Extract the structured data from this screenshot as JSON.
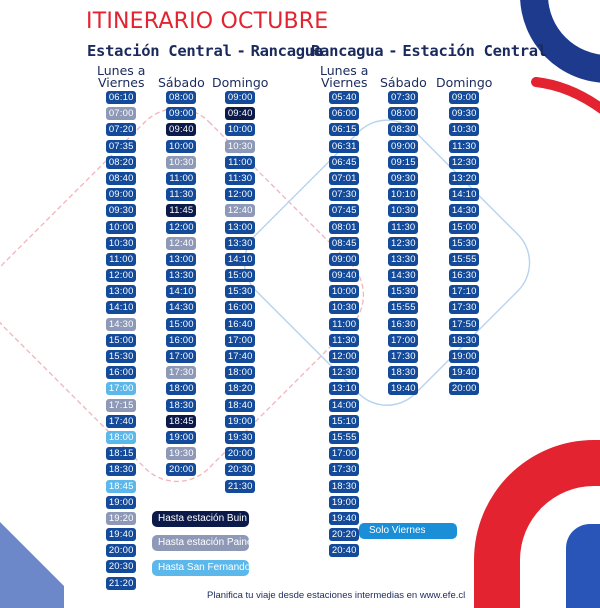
{
  "title": "ITINERARIO OCTUBRE",
  "colors": {
    "accent_red": "#e3232f",
    "navy": "#1a2a5c",
    "pill_default": "#134a9a",
    "pill_buin": "#0c1a4a",
    "pill_paine": "#8e99b7",
    "pill_san_fernando": "#5cb8ea",
    "pill_solo_viernes": "#1a8fd8"
  },
  "routes": [
    {
      "from": "Estación Central",
      "separator": "-",
      "to": "Rancagua",
      "columns": [
        {
          "header": "Lunes a\nViernes",
          "times": [
            {
              "t": "06:10"
            },
            {
              "t": "07:00",
              "tag": "paine"
            },
            {
              "t": "07:20"
            },
            {
              "t": "07:35"
            },
            {
              "t": "08:20"
            },
            {
              "t": "08:40"
            },
            {
              "t": "09:00"
            },
            {
              "t": "09:30"
            },
            {
              "t": "10:00"
            },
            {
              "t": "10:30"
            },
            {
              "t": "11:00"
            },
            {
              "t": "12:00"
            },
            {
              "t": "13:00"
            },
            {
              "t": "14:10"
            },
            {
              "t": "14:30",
              "tag": "paine"
            },
            {
              "t": "15:00"
            },
            {
              "t": "15:30"
            },
            {
              "t": "16:00"
            },
            {
              "t": "17:00",
              "tag": "sanfer"
            },
            {
              "t": "17:15",
              "tag": "paine"
            },
            {
              "t": "17:40"
            },
            {
              "t": "18:00",
              "tag": "sanfer"
            },
            {
              "t": "18:15"
            },
            {
              "t": "18:30"
            },
            {
              "t": "18:45",
              "tag": "sanfer"
            },
            {
              "t": "19:00"
            },
            {
              "t": "19:20",
              "tag": "paine"
            },
            {
              "t": "19:40"
            },
            {
              "t": "20:00"
            },
            {
              "t": "20:30"
            },
            {
              "t": "21:20"
            }
          ]
        },
        {
          "header": "Sábado",
          "times": [
            {
              "t": "08:00"
            },
            {
              "t": "09:00"
            },
            {
              "t": "09:40",
              "tag": "buin"
            },
            {
              "t": "10:00"
            },
            {
              "t": "10:30",
              "tag": "paine"
            },
            {
              "t": "11:00"
            },
            {
              "t": "11:30"
            },
            {
              "t": "11:45",
              "tag": "buin"
            },
            {
              "t": "12:00"
            },
            {
              "t": "12:40",
              "tag": "paine"
            },
            {
              "t": "13:00"
            },
            {
              "t": "13:30"
            },
            {
              "t": "14:10"
            },
            {
              "t": "14:30"
            },
            {
              "t": "15:00"
            },
            {
              "t": "16:00"
            },
            {
              "t": "17:00"
            },
            {
              "t": "17:30",
              "tag": "paine"
            },
            {
              "t": "18:00"
            },
            {
              "t": "18:30"
            },
            {
              "t": "18:45",
              "tag": "buin"
            },
            {
              "t": "19:00"
            },
            {
              "t": "19:30",
              "tag": "paine"
            },
            {
              "t": "20:00"
            }
          ]
        },
        {
          "header": "Domingo",
          "times": [
            {
              "t": "09:00"
            },
            {
              "t": "09:40",
              "tag": "buin"
            },
            {
              "t": "10:00"
            },
            {
              "t": "10:30",
              "tag": "paine"
            },
            {
              "t": "11:00"
            },
            {
              "t": "11:30"
            },
            {
              "t": "12:00"
            },
            {
              "t": "12:40",
              "tag": "paine"
            },
            {
              "t": "13:00"
            },
            {
              "t": "13:30"
            },
            {
              "t": "14:10"
            },
            {
              "t": "15:00"
            },
            {
              "t": "15:30"
            },
            {
              "t": "16:00"
            },
            {
              "t": "16:40"
            },
            {
              "t": "17:00"
            },
            {
              "t": "17:40"
            },
            {
              "t": "18:00"
            },
            {
              "t": "18:20"
            },
            {
              "t": "18:40"
            },
            {
              "t": "19:00"
            },
            {
              "t": "19:30"
            },
            {
              "t": "20:00"
            },
            {
              "t": "20:30"
            },
            {
              "t": "21:30"
            }
          ]
        }
      ]
    },
    {
      "from": "Rancagua",
      "separator": "-",
      "to": "Estación Central",
      "columns": [
        {
          "header": "Lunes a\nViernes",
          "times": [
            {
              "t": "05:40"
            },
            {
              "t": "06:00"
            },
            {
              "t": "06:15"
            },
            {
              "t": "06:31"
            },
            {
              "t": "06:45"
            },
            {
              "t": "07:01"
            },
            {
              "t": "07:30"
            },
            {
              "t": "07:45"
            },
            {
              "t": "08:01"
            },
            {
              "t": "08:45"
            },
            {
              "t": "09:00"
            },
            {
              "t": "09:40"
            },
            {
              "t": "10:00"
            },
            {
              "t": "10:30"
            },
            {
              "t": "11:00"
            },
            {
              "t": "11:30"
            },
            {
              "t": "12:00"
            },
            {
              "t": "12:30"
            },
            {
              "t": "13:10"
            },
            {
              "t": "14:00"
            },
            {
              "t": "15:10"
            },
            {
              "t": "15:55"
            },
            {
              "t": "17:00"
            },
            {
              "t": "17:30"
            },
            {
              "t": "18:30"
            },
            {
              "t": "19:00"
            },
            {
              "t": "19:40"
            },
            {
              "t": "20:20"
            },
            {
              "t": "20:40"
            }
          ]
        },
        {
          "header": "Sábado",
          "times": [
            {
              "t": "07:30"
            },
            {
              "t": "08:00"
            },
            {
              "t": "08:30"
            },
            {
              "t": "09:00"
            },
            {
              "t": "09:15"
            },
            {
              "t": "09:30"
            },
            {
              "t": "10:10"
            },
            {
              "t": "10:30"
            },
            {
              "t": "11:30"
            },
            {
              "t": "12:30"
            },
            {
              "t": "13:30"
            },
            {
              "t": "14:30"
            },
            {
              "t": "15:30"
            },
            {
              "t": "15:55"
            },
            {
              "t": "16:30"
            },
            {
              "t": "17:00"
            },
            {
              "t": "17:30"
            },
            {
              "t": "18:30"
            },
            {
              "t": "19:40"
            }
          ]
        },
        {
          "header": "Domingo",
          "times": [
            {
              "t": "09:00"
            },
            {
              "t": "09:30"
            },
            {
              "t": "10:30"
            },
            {
              "t": "11:30"
            },
            {
              "t": "12:30"
            },
            {
              "t": "13:20"
            },
            {
              "t": "14:10"
            },
            {
              "t": "14:30"
            },
            {
              "t": "15:00"
            },
            {
              "t": "15:30"
            },
            {
              "t": "15:55"
            },
            {
              "t": "16:30"
            },
            {
              "t": "17:10"
            },
            {
              "t": "17:30"
            },
            {
              "t": "17:50"
            },
            {
              "t": "18:30"
            },
            {
              "t": "19:00"
            },
            {
              "t": "19:40"
            },
            {
              "t": "20:00"
            }
          ]
        }
      ]
    }
  ],
  "legend": {
    "buin": "Hasta estación Buin",
    "paine": "Hasta estación Paine",
    "san_fernando": "Hasta San Fernando",
    "solo_viernes": "Solo Viernes"
  },
  "footer": "Planifica tu viaje desde estaciones intermedias en www.efe.cl"
}
